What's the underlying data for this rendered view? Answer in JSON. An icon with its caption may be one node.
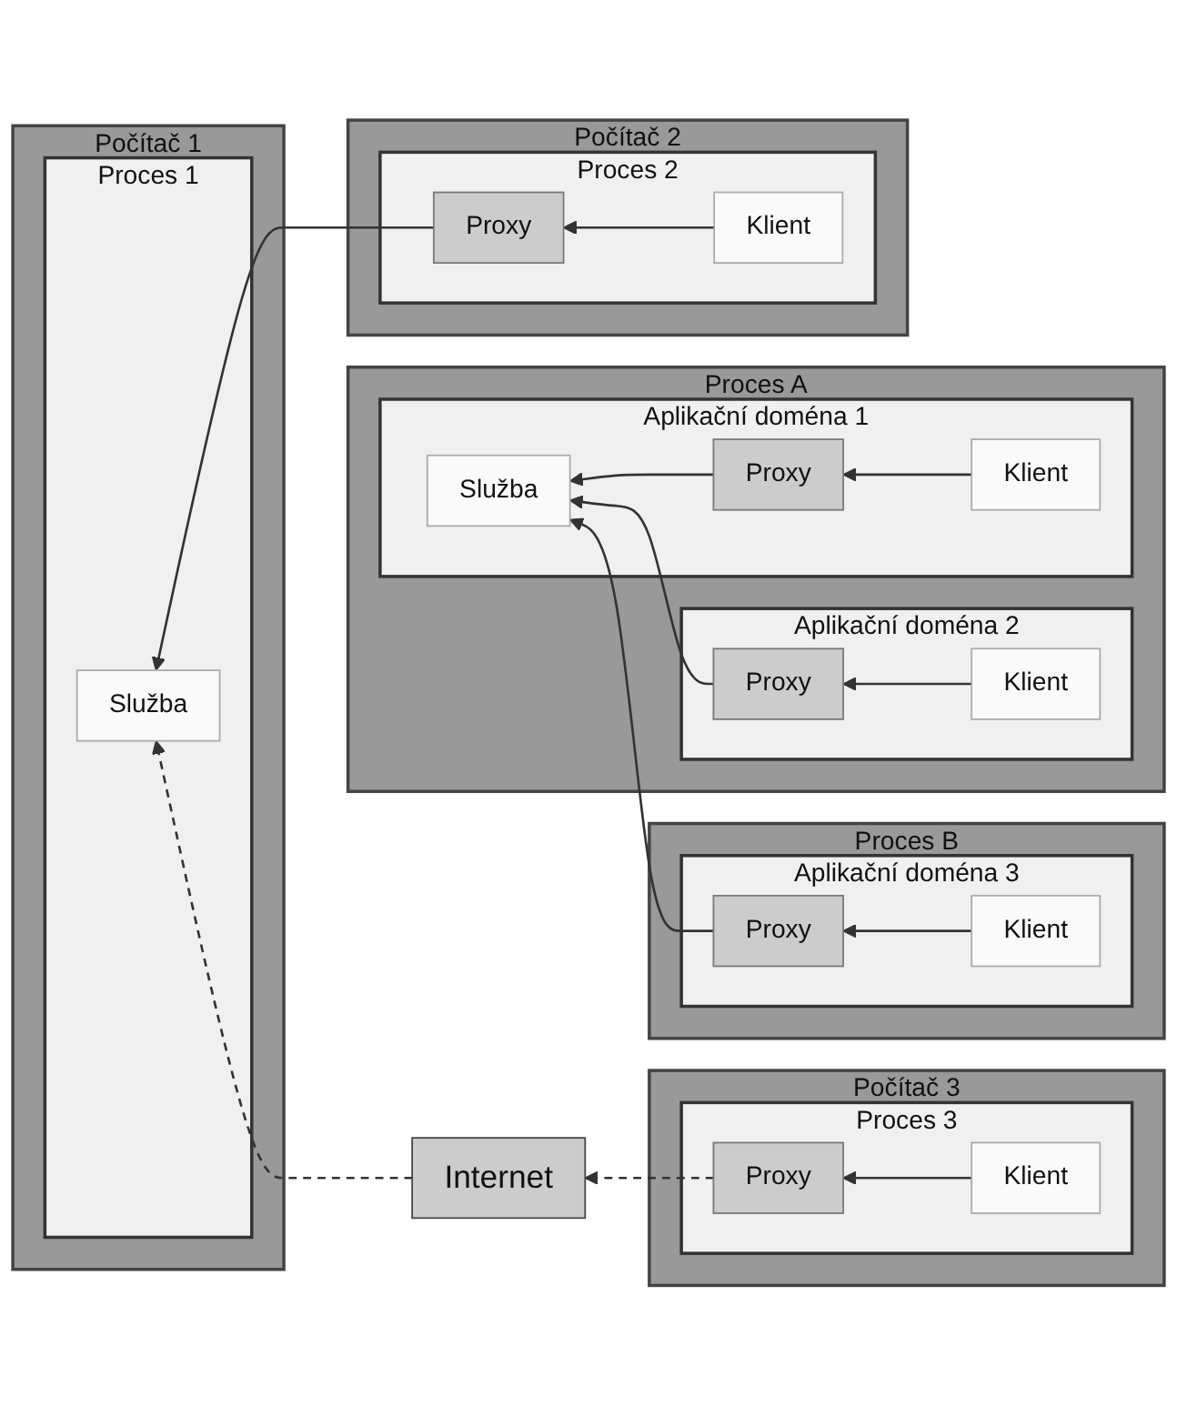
{
  "diagram": {
    "nodes": [
      {
        "text": [
          "Proces A"
        ]
      },
      {
        "text": [
          "Aplikační doména 1"
        ],
        "in": 0
      },
      {
        "text": [
          "Proxy"
        ],
        "in": 1
      },
      {
        "text": [
          "Klient"
        ],
        "in": 1
      },
      {
        "text": [
          "Služba"
        ],
        "in": 1
      },
      {
        "text": [
          "Aplikační doména 2"
        ],
        "in": 0
      },
      {
        "text": [
          "Proxy"
        ],
        "in": 5
      },
      {
        "text": [
          "Klient"
        ],
        "in": 5
      },
      {
        "text": [
          "Proces B"
        ]
      },
      {
        "text": [
          "Aplikační doména 3"
        ],
        "in": 8
      },
      {
        "text": [
          "Proxy"
        ],
        "in": 9
      },
      {
        "text": [
          "Klient"
        ],
        "in": 9
      },
      {
        "text": [
          "Počítač 1"
        ]
      },
      {
        "text": [
          "Proces 1"
        ],
        "in": 12
      },
      {
        "text": [
          "Služba"
        ],
        "in": 13
      },
      {
        "text": [
          "Počítač 2"
        ]
      },
      {
        "text": [
          "Proces 2"
        ],
        "in": 15
      },
      {
        "text": [
          "Proxy"
        ],
        "in": 16
      },
      {
        "text": [
          "Klient"
        ],
        "in": 16
      },
      {
        "text": [
          "Internet"
        ]
      },
      {
        "text": [
          "Počítač 3"
        ]
      },
      {
        "text": [
          "Proces 3"
        ],
        "in": 20
      },
      {
        "text": [
          "Proxy"
        ],
        "in": 21
      },
      {
        "text": [
          "Klient"
        ],
        "in": 21
      }
    ],
    "edges": [
      {
        "from": 3,
        "to": 2,
        "arrow": "to"
      },
      {
        "from": 2,
        "to": 4,
        "arrow": "to"
      },
      {
        "from": 7,
        "to": 6,
        "arrow": "to"
      },
      {
        "from": 6,
        "to": 4,
        "arrow": "to"
      },
      {
        "from": 11,
        "to": 10,
        "arrow": "to"
      },
      {
        "from": 10,
        "to": 4,
        "arrow": "to"
      },
      {
        "from": 18,
        "to": 17,
        "arrow": "to"
      },
      {
        "from": 17,
        "to": 14,
        "arrow": "to"
      },
      {
        "from": 19,
        "to": 14,
        "arrow": "to",
        "style": "dashed"
      },
      {
        "from": 23,
        "to": 22,
        "arrow": "to"
      },
      {
        "from": 22,
        "to": 19,
        "arrow": "to",
        "style": "dashed"
      }
    ]
  }
}
